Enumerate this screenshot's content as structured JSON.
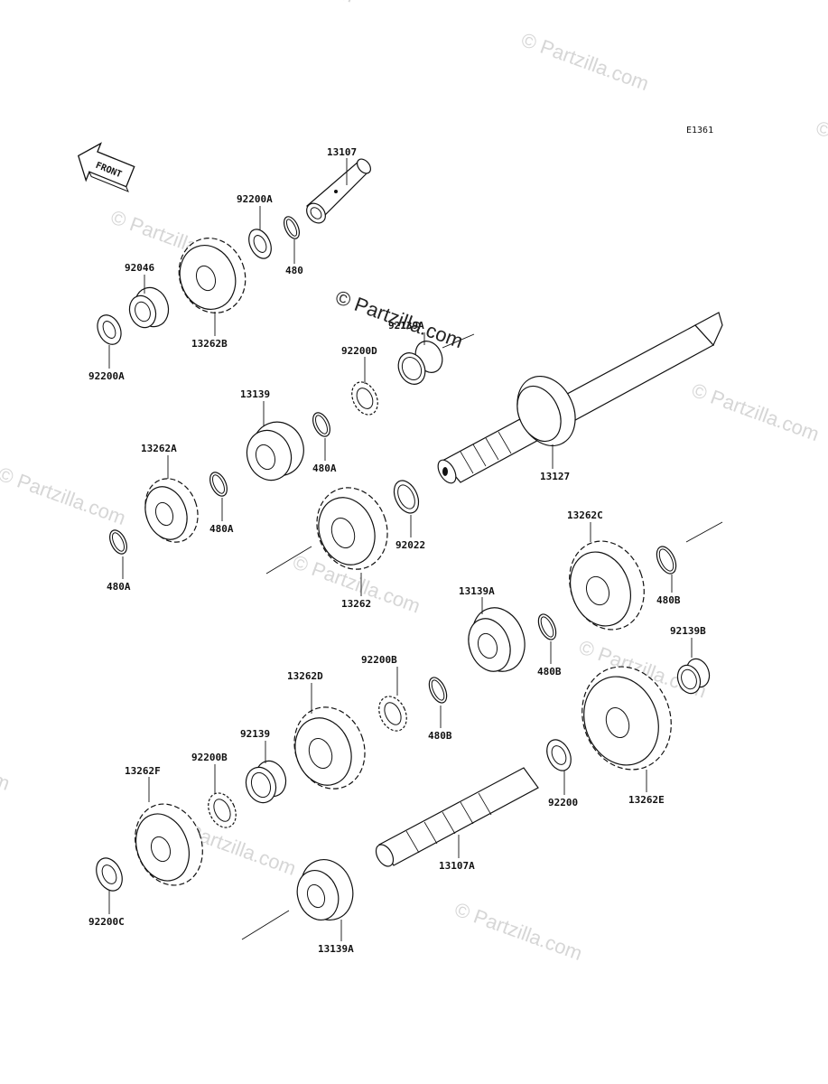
{
  "diagram": {
    "reference_code": "E1361",
    "front_label": "FRONT",
    "watermark_main": "© Partzilla.com",
    "watermark_tile": "© Partzilla.com",
    "parts": [
      {
        "id": "p1",
        "label": "13107"
      },
      {
        "id": "p2",
        "label": "92200A"
      },
      {
        "id": "p3",
        "label": "480"
      },
      {
        "id": "p4",
        "label": "92046"
      },
      {
        "id": "p5",
        "label": "13262B"
      },
      {
        "id": "p6",
        "label": "92200A"
      },
      {
        "id": "p7",
        "label": "92200D"
      },
      {
        "id": "p8",
        "label": "92139A"
      },
      {
        "id": "p9",
        "label": "13139"
      },
      {
        "id": "p10",
        "label": "480A"
      },
      {
        "id": "p11",
        "label": "13262A"
      },
      {
        "id": "p12",
        "label": "480A"
      },
      {
        "id": "p13",
        "label": "480A"
      },
      {
        "id": "p14",
        "label": "13127"
      },
      {
        "id": "p15",
        "label": "92022"
      },
      {
        "id": "p16",
        "label": "13262"
      },
      {
        "id": "p17",
        "label": "13262C"
      },
      {
        "id": "p18",
        "label": "480B"
      },
      {
        "id": "p19",
        "label": "13139A"
      },
      {
        "id": "p20",
        "label": "480B"
      },
      {
        "id": "p21",
        "label": "92139B"
      },
      {
        "id": "p22",
        "label": "13262D"
      },
      {
        "id": "p23",
        "label": "92200B"
      },
      {
        "id": "p24",
        "label": "480B"
      },
      {
        "id": "p25",
        "label": "13262E"
      },
      {
        "id": "p26",
        "label": "92139"
      },
      {
        "id": "p27",
        "label": "92200B"
      },
      {
        "id": "p28",
        "label": "92200"
      },
      {
        "id": "p29",
        "label": "13262F"
      },
      {
        "id": "p30",
        "label": "13107A"
      },
      {
        "id": "p31",
        "label": "92200C"
      },
      {
        "id": "p32",
        "label": "13139A"
      }
    ]
  }
}
